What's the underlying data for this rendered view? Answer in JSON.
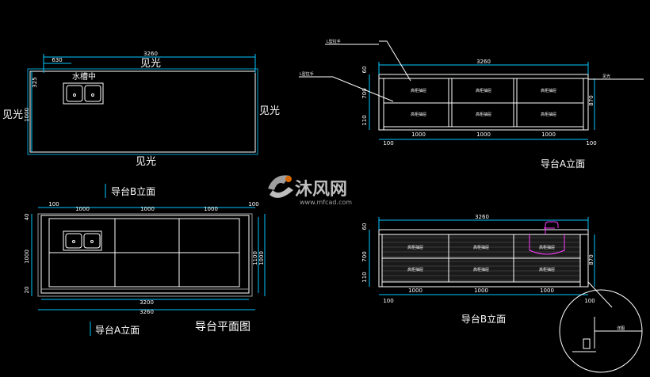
{
  "plan_top": {
    "width_dim": "3260",
    "sink_offset_dim": "630",
    "depth_dim": "1000",
    "small_dim": "325",
    "sink_label": "水槽中",
    "visible_top": "见光",
    "visible_left": "见光",
    "visible_right": "见光",
    "visible_bottom": "见光"
  },
  "elevation_a": {
    "title": "导台A立面",
    "width_dim": "3260",
    "section_dims": [
      "1000",
      "1000",
      "1000"
    ],
    "end_dims": [
      "100",
      "100"
    ],
    "left_dims": [
      "60",
      "700",
      "110"
    ],
    "right_dims": [
      "870"
    ],
    "callout_1": "L型拉手",
    "callout_2": "L型拉手",
    "callout_right": "见光",
    "drawer_labels": [
      "高柜抽屉",
      "高柜抽屉",
      "高柜抽屉",
      "高柜抽屉",
      "高柜抽屉",
      "高柜抽屉"
    ]
  },
  "label_b_elev_ref": "导台B立面",
  "label_a_elev_ref": "导台A立面",
  "plan_bottom": {
    "title": "导台平面图",
    "top_dims": [
      "100",
      "1000",
      "1000",
      "1000",
      "100"
    ],
    "bottom_dims": [
      "3200",
      "3260"
    ],
    "left_dims": [
      "40",
      "1000",
      "20"
    ],
    "right_dims": [
      "1100",
      "1000"
    ]
  },
  "elevation_b": {
    "title": "导台B立面",
    "width_dim": "3260",
    "section_dims": [
      "1000",
      "1000",
      "1000"
    ],
    "end_dims": [
      "100",
      "100"
    ],
    "left_dims": [
      "60",
      "700",
      "110"
    ],
    "right_dims": [
      "870"
    ],
    "drawer_labels": [
      "高柜抽屉",
      "高柜抽屉",
      "高柜抽屉",
      "高柜抽屉",
      "高柜抽屉",
      "高柜抽屉"
    ],
    "detail_label": "详图"
  },
  "watermark": {
    "brand": "沐风网",
    "url": "www.mfcad.com"
  }
}
